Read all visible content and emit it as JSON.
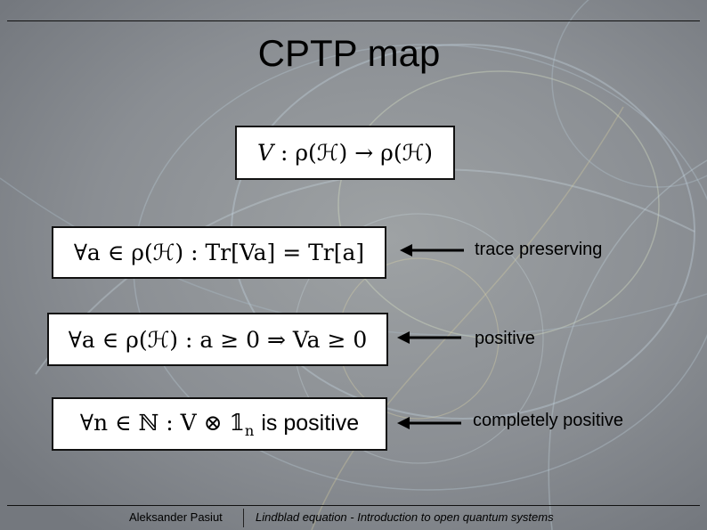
{
  "slide": {
    "title": "CPTP map",
    "definition": {
      "map": "V",
      "colon": ":",
      "domain": "ρ(ℋ)",
      "arrow": "→",
      "codomain": "ρ(ℋ)"
    },
    "conditions": [
      {
        "formula_prefix": "∀a ∈ ρ(ℋ) : ",
        "formula_main": "Tr[Va] = Tr[a]",
        "label": "trace preserving"
      },
      {
        "formula_prefix": "∀a ∈ ρ(ℋ) : ",
        "formula_main": "a ≥ 0 ⇒ Va ≥ 0",
        "label": "positive"
      },
      {
        "formula_prefix": "∀n ∈ ℕ : V ⊗ 𝟙",
        "formula_sub": "n",
        "formula_suffix": "is positive",
        "label": "completely positive"
      }
    ]
  },
  "footer": {
    "author": "Aleksander Pasiut",
    "talk": "Lindblad equation - Introduction to open quantum systems"
  },
  "colors": {
    "background": "#8c8f93",
    "box_fill": "#ffffff",
    "rule": "#111111"
  }
}
